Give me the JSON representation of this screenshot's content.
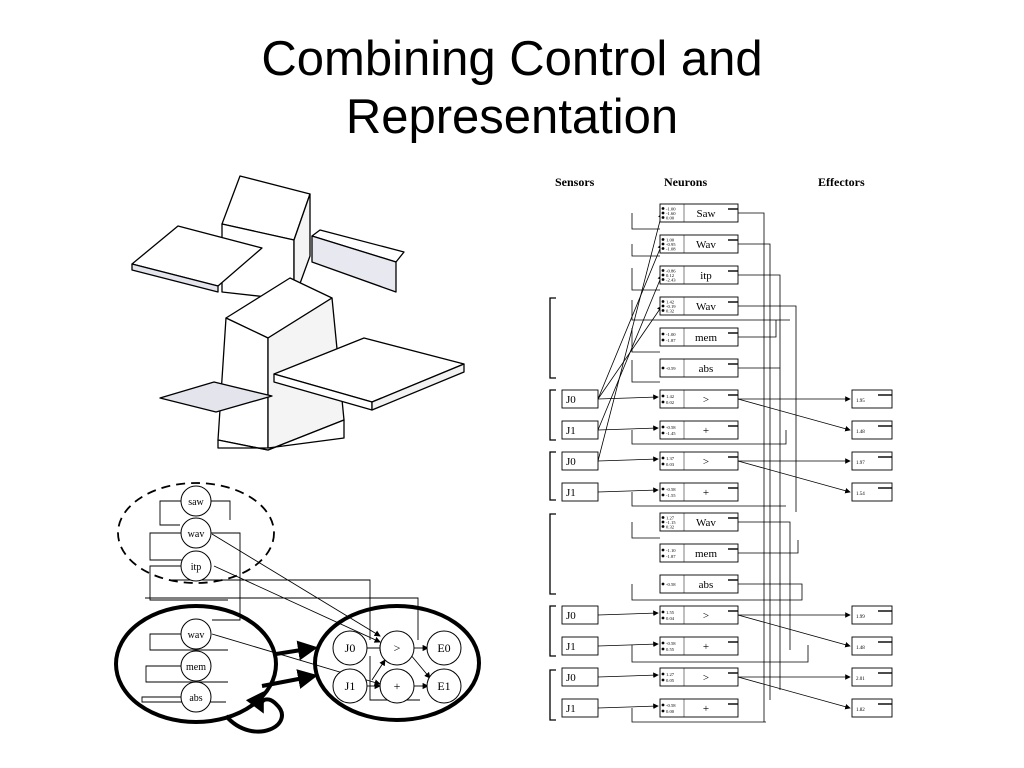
{
  "slide": {
    "title_line1": "Combining Control and",
    "title_line2": "Representation"
  },
  "schematic": {
    "nodes": [
      "saw",
      "wav",
      "itp",
      "wav",
      "mem",
      "abs",
      "J0",
      ">",
      "E0",
      "J1",
      "+",
      "E1"
    ]
  },
  "network": {
    "headers": [
      "Sensors",
      "Neurons",
      "Effectors"
    ],
    "neurons": [
      {
        "label": "Saw",
        "weights": [
          "-1.00",
          "-1.60",
          "0.00"
        ]
      },
      {
        "label": "Wav",
        "weights": [
          "1.00",
          "-0.95",
          "-1.08"
        ]
      },
      {
        "label": "itp",
        "weights": [
          "-0.86",
          "0.12",
          "-2.43"
        ]
      },
      {
        "label": "Wav",
        "weights": [
          "1.42",
          "-0.19",
          "0.32"
        ]
      },
      {
        "label": "mem",
        "weights": [
          "-1.00",
          "-1.87"
        ]
      },
      {
        "label": "abs",
        "weights": [
          "-0.59"
        ]
      },
      {
        "label": ">",
        "weights": [
          "1.42",
          "0.02"
        ]
      },
      {
        "label": "+",
        "weights": [
          "-0.58",
          "-1.45"
        ]
      },
      {
        "label": ">",
        "weights": [
          "1.37",
          "0.03"
        ]
      },
      {
        "label": "+",
        "weights": [
          "-0.58",
          "-1.55"
        ]
      },
      {
        "label": "Wav",
        "weights": [
          "1.27",
          "-1.15",
          "0.32"
        ]
      },
      {
        "label": "mem",
        "weights": [
          "-1.10",
          "-1.87"
        ]
      },
      {
        "label": "abs",
        "weights": [
          "-0.58"
        ]
      },
      {
        "label": ">",
        "weights": [
          "1.55",
          "0.04"
        ]
      },
      {
        "label": "+",
        "weights": [
          "-0.58",
          "0.55"
        ]
      },
      {
        "label": ">",
        "weights": [
          "1.27",
          "0.05"
        ]
      },
      {
        "label": "+",
        "weights": [
          "-0.58",
          "0.00"
        ]
      }
    ],
    "sensors": [
      "J0",
      "J1",
      "J0",
      "J1",
      "J0",
      "J1",
      "J0",
      "J1"
    ],
    "effectors": [
      "1.95",
      "1.48",
      "1.97",
      "1.54",
      "1.99",
      "1.48",
      "2.01",
      "1.82"
    ]
  }
}
